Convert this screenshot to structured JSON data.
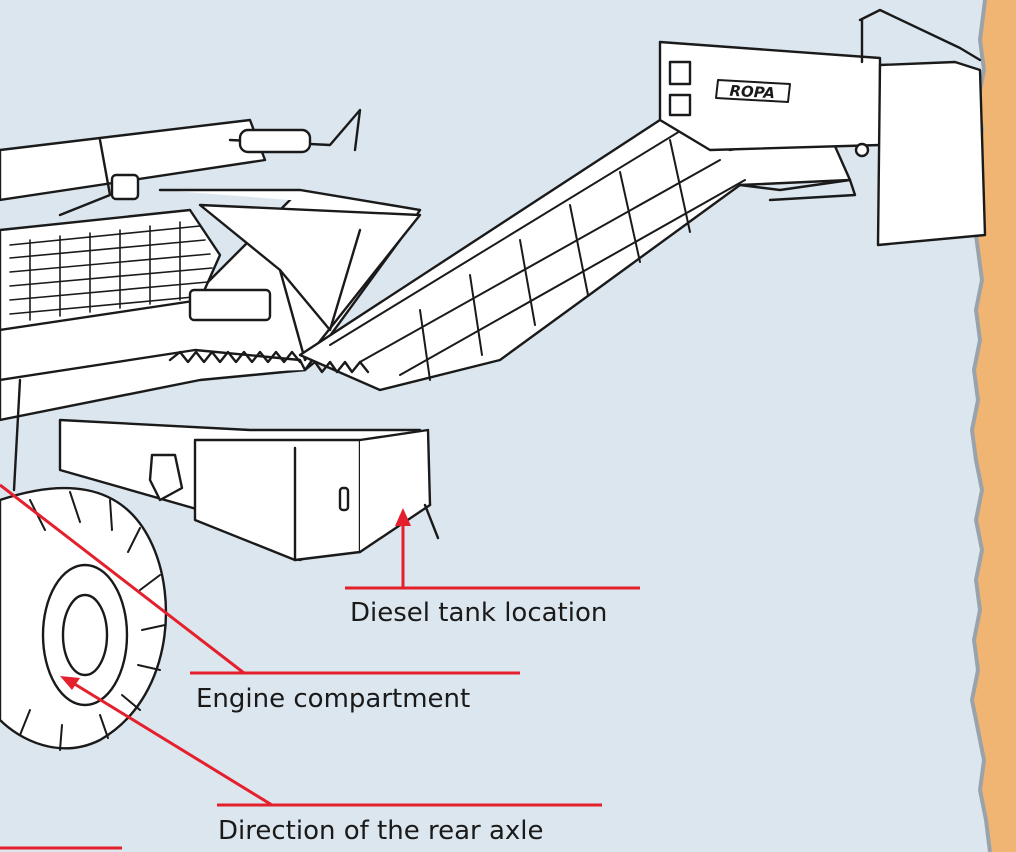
{
  "brand": {
    "logo_text": "ROPA"
  },
  "callouts": {
    "diesel_tank": "Diesel tank location",
    "engine": "Engine compartment",
    "rear_axle": "Direction of the rear axle"
  },
  "colors": {
    "background": "#dce6ee",
    "callout": "#e4202c",
    "edge": "#f0b572",
    "ink": "#1a1a1a"
  }
}
